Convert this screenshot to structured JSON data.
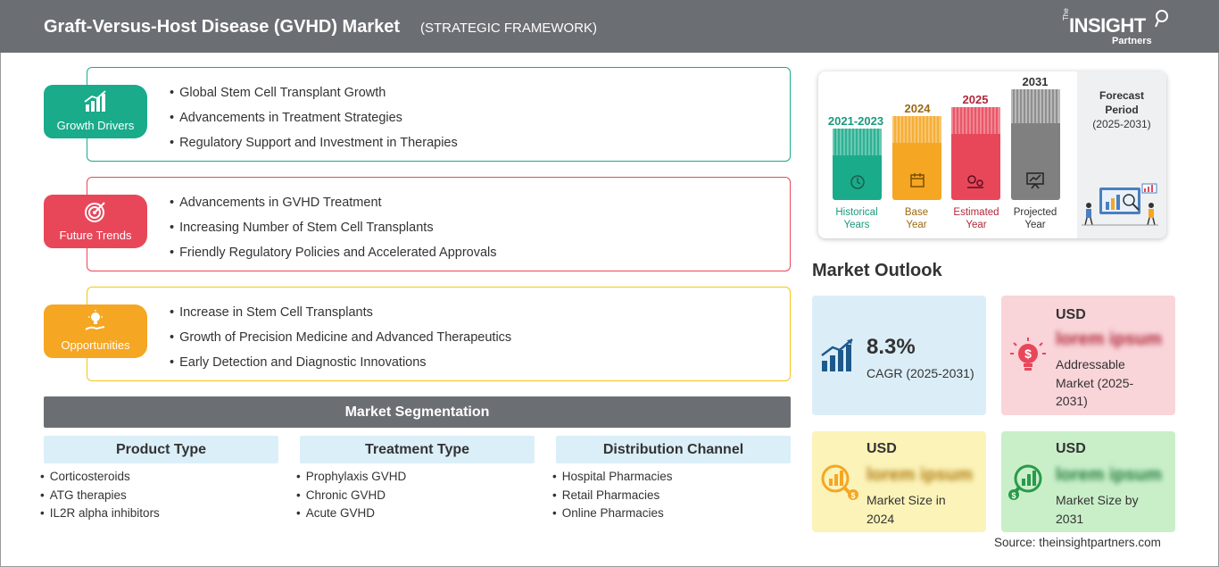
{
  "header": {
    "title": "Graft-Versus-Host Disease (GVHD) Market",
    "subtitle": "(STRATEGIC FRAMEWORK)",
    "logo_the": "The",
    "logo_insight": "INSIGHT",
    "logo_partners": "Partners"
  },
  "framework": {
    "growth_drivers": {
      "label": "Growth Drivers",
      "color": "#1aab8a",
      "items": [
        "Global Stem Cell Transplant Growth",
        "Advancements in Treatment Strategies",
        "Regulatory Support and Investment in Therapies"
      ]
    },
    "future_trends": {
      "label": "Future Trends",
      "color": "#e8475a",
      "items": [
        "Advancements in GVHD Treatment",
        "Increasing Number of Stem Cell Transplants",
        "Friendly Regulatory Policies and Accelerated Approvals"
      ]
    },
    "opportunities": {
      "label": "Opportunities",
      "color": "#f5a623",
      "items": [
        "Increase in Stem Cell Transplants",
        "Growth of Precision Medicine and Advanced Therapeutics",
        "Early Detection and Diagnostic Innovations"
      ]
    }
  },
  "segmentation": {
    "title": "Market Segmentation",
    "columns": [
      {
        "heading": "Product Type",
        "items": [
          "Corticosteroids",
          "ATG therapies",
          "IL2R alpha inhibitors"
        ]
      },
      {
        "heading": "Treatment Type",
        "items": [
          "Prophylaxis GVHD",
          "Chronic GVHD",
          "Acute GVHD"
        ]
      },
      {
        "heading": "Distribution Channel",
        "items": [
          "Hospital Pharmacies",
          "Retail Pharmacies",
          "Online Pharmacies"
        ]
      }
    ]
  },
  "timeline": {
    "bars": [
      {
        "year": "2021-2023",
        "label_1": "Historical",
        "label_2": "Years",
        "color": "#1aab8a",
        "year_color": "#1a9a7c"
      },
      {
        "year": "2024",
        "label_1": "Base",
        "label_2": "Year",
        "color": "#f5a623",
        "year_color": "#9a6a10"
      },
      {
        "year": "2025",
        "label_1": "Estimated",
        "label_2": "Year",
        "color": "#e8475a",
        "year_color": "#b0283a"
      },
      {
        "year": "2031",
        "label_1": "Projected",
        "label_2": "Year",
        "color": "#808080",
        "year_color": "#333333"
      }
    ],
    "forecast_label_1": "Forecast",
    "forecast_label_2": "Period",
    "forecast_range": "(2025-2031)"
  },
  "outlook": {
    "title": "Market Outlook",
    "cagr_value": "8.3%",
    "cagr_label": "CAGR (2025-2031)",
    "addressable_currency": "USD",
    "addressable_value": "lorem ipsum",
    "addressable_label_1": "Addressable",
    "addressable_label_2": "Market (2025-",
    "addressable_label_3": "2031)",
    "size2024_currency": "USD",
    "size2024_value": "lorem ipsum",
    "size2024_label_1": "Market Size in",
    "size2024_label_2": "2024",
    "size2031_currency": "USD",
    "size2031_value": "lorem ipsum",
    "size2031_label_1": "Market Size by",
    "size2031_label_2": "2031",
    "colors": {
      "cagr": "#dbeef8",
      "addressable": "#f9d4d9",
      "size2024": "#fbf3b8",
      "size2031": "#c9efc9"
    }
  },
  "source": "Source: theinsightpartners.com"
}
